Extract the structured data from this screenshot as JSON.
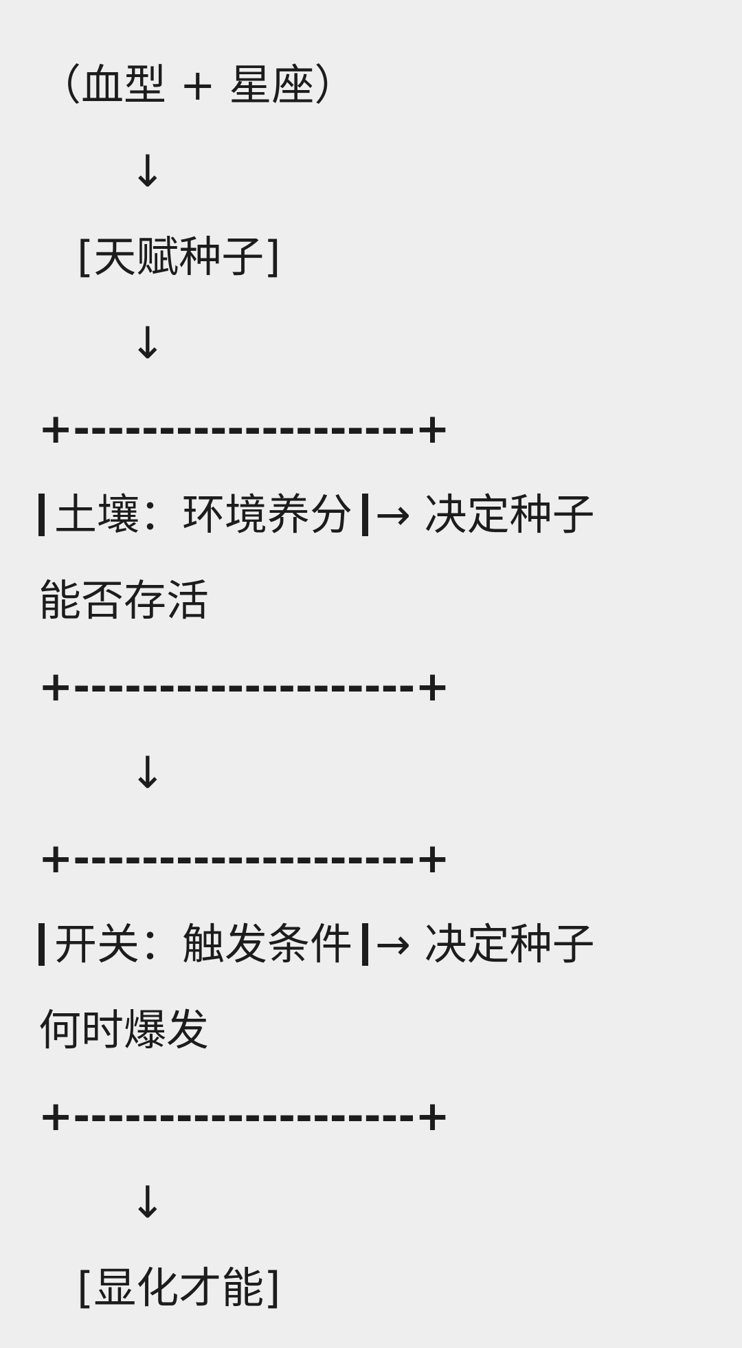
{
  "flow": {
    "input": "（血型 + 星座）",
    "arrow": "↓",
    "seed": "[天赋种子]",
    "rule": "+--------------------+",
    "soil": {
      "label": "土壤：环境养分",
      "effect": "→ 决定种子",
      "effect_cont": "能否存活"
    },
    "switch": {
      "label": "开关：触发条件",
      "effect": "→ 决定种子",
      "effect_cont": "何时爆发"
    },
    "result": "[显化才能]"
  }
}
